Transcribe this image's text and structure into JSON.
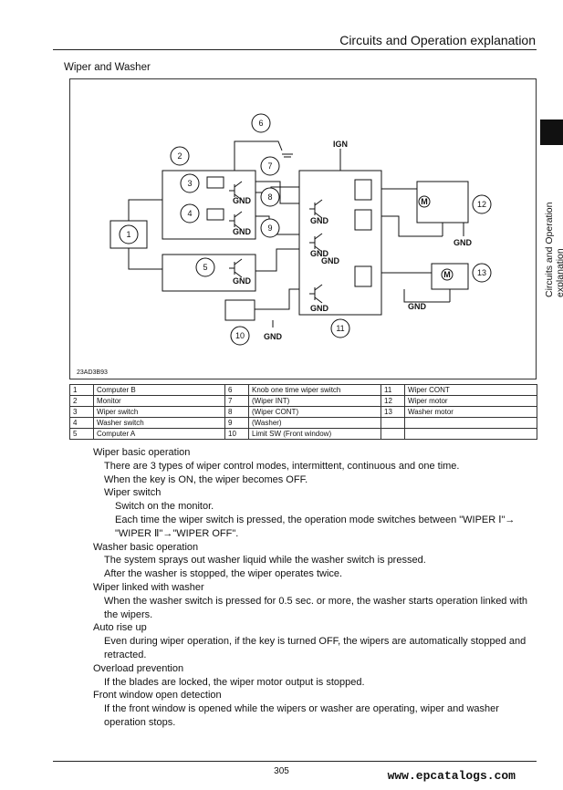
{
  "header": {
    "title": "Circuits and Operation explanation"
  },
  "side_tab": {
    "text": "Circuits and Operation explanation"
  },
  "section": {
    "title": "Wiper and Washer"
  },
  "diagram": {
    "figure_id": "23AD3B93",
    "callouts": [
      "1",
      "2",
      "3",
      "4",
      "5",
      "6",
      "7",
      "8",
      "9",
      "10",
      "11",
      "12",
      "13"
    ],
    "labels": {
      "ign": "IGN",
      "gnd": "GND",
      "motor": "M"
    }
  },
  "legend": {
    "rows": [
      [
        "1",
        "Computer B",
        "6",
        "Knob one time wiper switch",
        "11",
        "Wiper CONT"
      ],
      [
        "2",
        "Monitor",
        "7",
        "(Wiper INT)",
        "12",
        "Wiper motor"
      ],
      [
        "3",
        "Wiper switch",
        "8",
        "(Wiper CONT)",
        "13",
        "Washer motor"
      ],
      [
        "4",
        "Washer switch",
        "9",
        "(Washer)",
        "",
        ""
      ],
      [
        "5",
        "Computer A",
        "10",
        "Limit SW (Front window)",
        "",
        ""
      ]
    ]
  },
  "body": [
    {
      "level": 0,
      "text": "Wiper basic operation"
    },
    {
      "level": 1,
      "text": "There are 3 types of wiper control modes, intermittent, continuous and one time."
    },
    {
      "level": 1,
      "text": "When the key is ON, the wiper becomes OFF."
    },
    {
      "level": 1,
      "text": "Wiper switch"
    },
    {
      "level": 2,
      "text": "Switch on the monitor."
    },
    {
      "level": 2,
      "text": "Each time the wiper switch is pressed, the operation mode switches between \"WIPER Ⅰ\"→ \"WIPER Ⅱ\"→\"WIPER OFF\"."
    },
    {
      "level": 0,
      "text": "Washer basic operation"
    },
    {
      "level": 1,
      "text": "The system sprays out washer liquid while the washer switch is pressed."
    },
    {
      "level": 1,
      "text": "After the washer is stopped, the wiper operates twice."
    },
    {
      "level": 0,
      "text": "Wiper linked with washer"
    },
    {
      "level": 1,
      "text": "When the washer switch is pressed for 0.5 sec. or more, the washer starts operation linked with the wipers."
    },
    {
      "level": 0,
      "text": "Auto rise up"
    },
    {
      "level": 1,
      "text": "Even during wiper operation, if the key is turned OFF, the wipers are automatically stopped and retracted."
    },
    {
      "level": 0,
      "text": "Overload prevention"
    },
    {
      "level": 1,
      "text": "If the blades are locked, the wiper motor output is stopped."
    },
    {
      "level": 0,
      "text": "Front window open detection"
    },
    {
      "level": 1,
      "text": "If the front window is opened while the wipers or washer are operating, wiper and washer operation stops."
    }
  ],
  "footer": {
    "page_number": "305",
    "watermark": "www.epcatalogs.com"
  }
}
